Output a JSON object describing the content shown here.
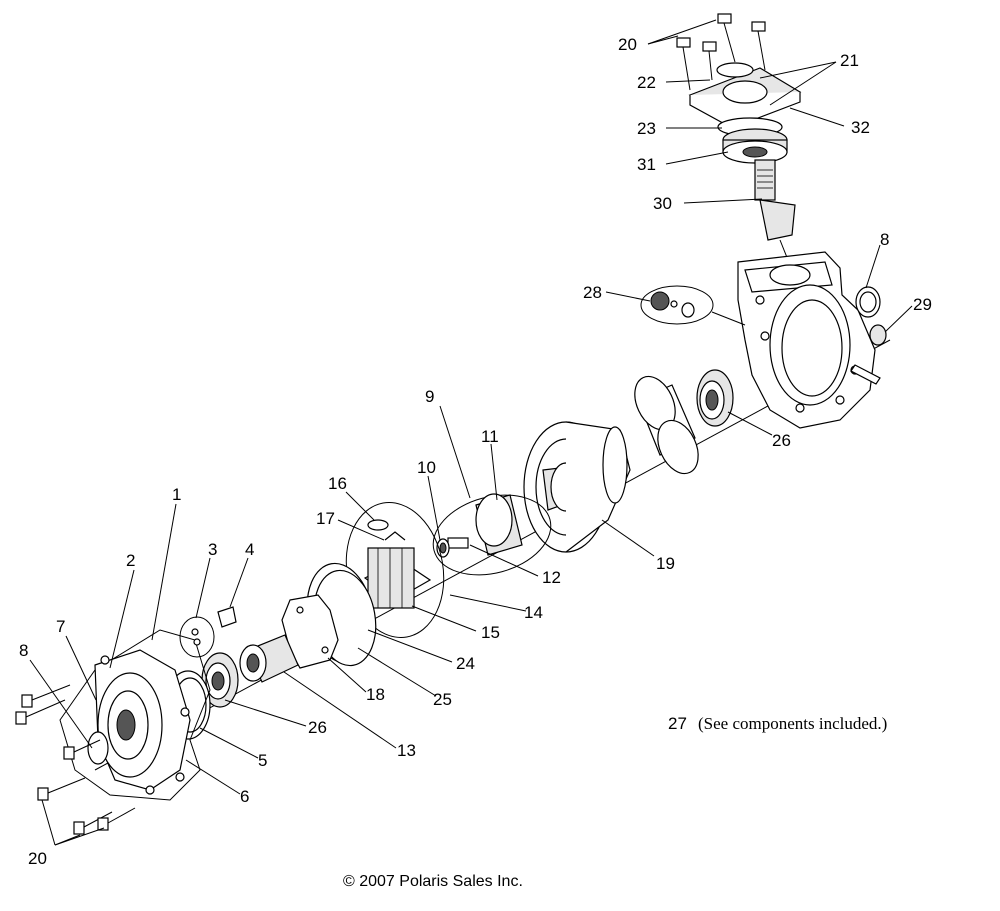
{
  "callouts": {
    "c1": "1",
    "c2": "2",
    "c3": "3",
    "c4": "4",
    "c5": "5",
    "c6": "6",
    "c7": "7",
    "c8a": "8",
    "c8b": "8",
    "c9": "9",
    "c10": "10",
    "c11": "11",
    "c12": "12",
    "c13": "13",
    "c14": "14",
    "c15": "15",
    "c16": "16",
    "c17": "17",
    "c18": "18",
    "c19": "19",
    "c20a": "20",
    "c20b": "20",
    "c21": "21",
    "c22": "22",
    "c23": "23",
    "c24": "24",
    "c25": "25",
    "c26a": "26",
    "c26b": "26",
    "c27": "27",
    "c28": "28",
    "c29": "29",
    "c30": "30",
    "c31": "31",
    "c32": "32"
  },
  "note": "(See components included.)",
  "copyright": "© 2007 Polaris Sales Inc."
}
